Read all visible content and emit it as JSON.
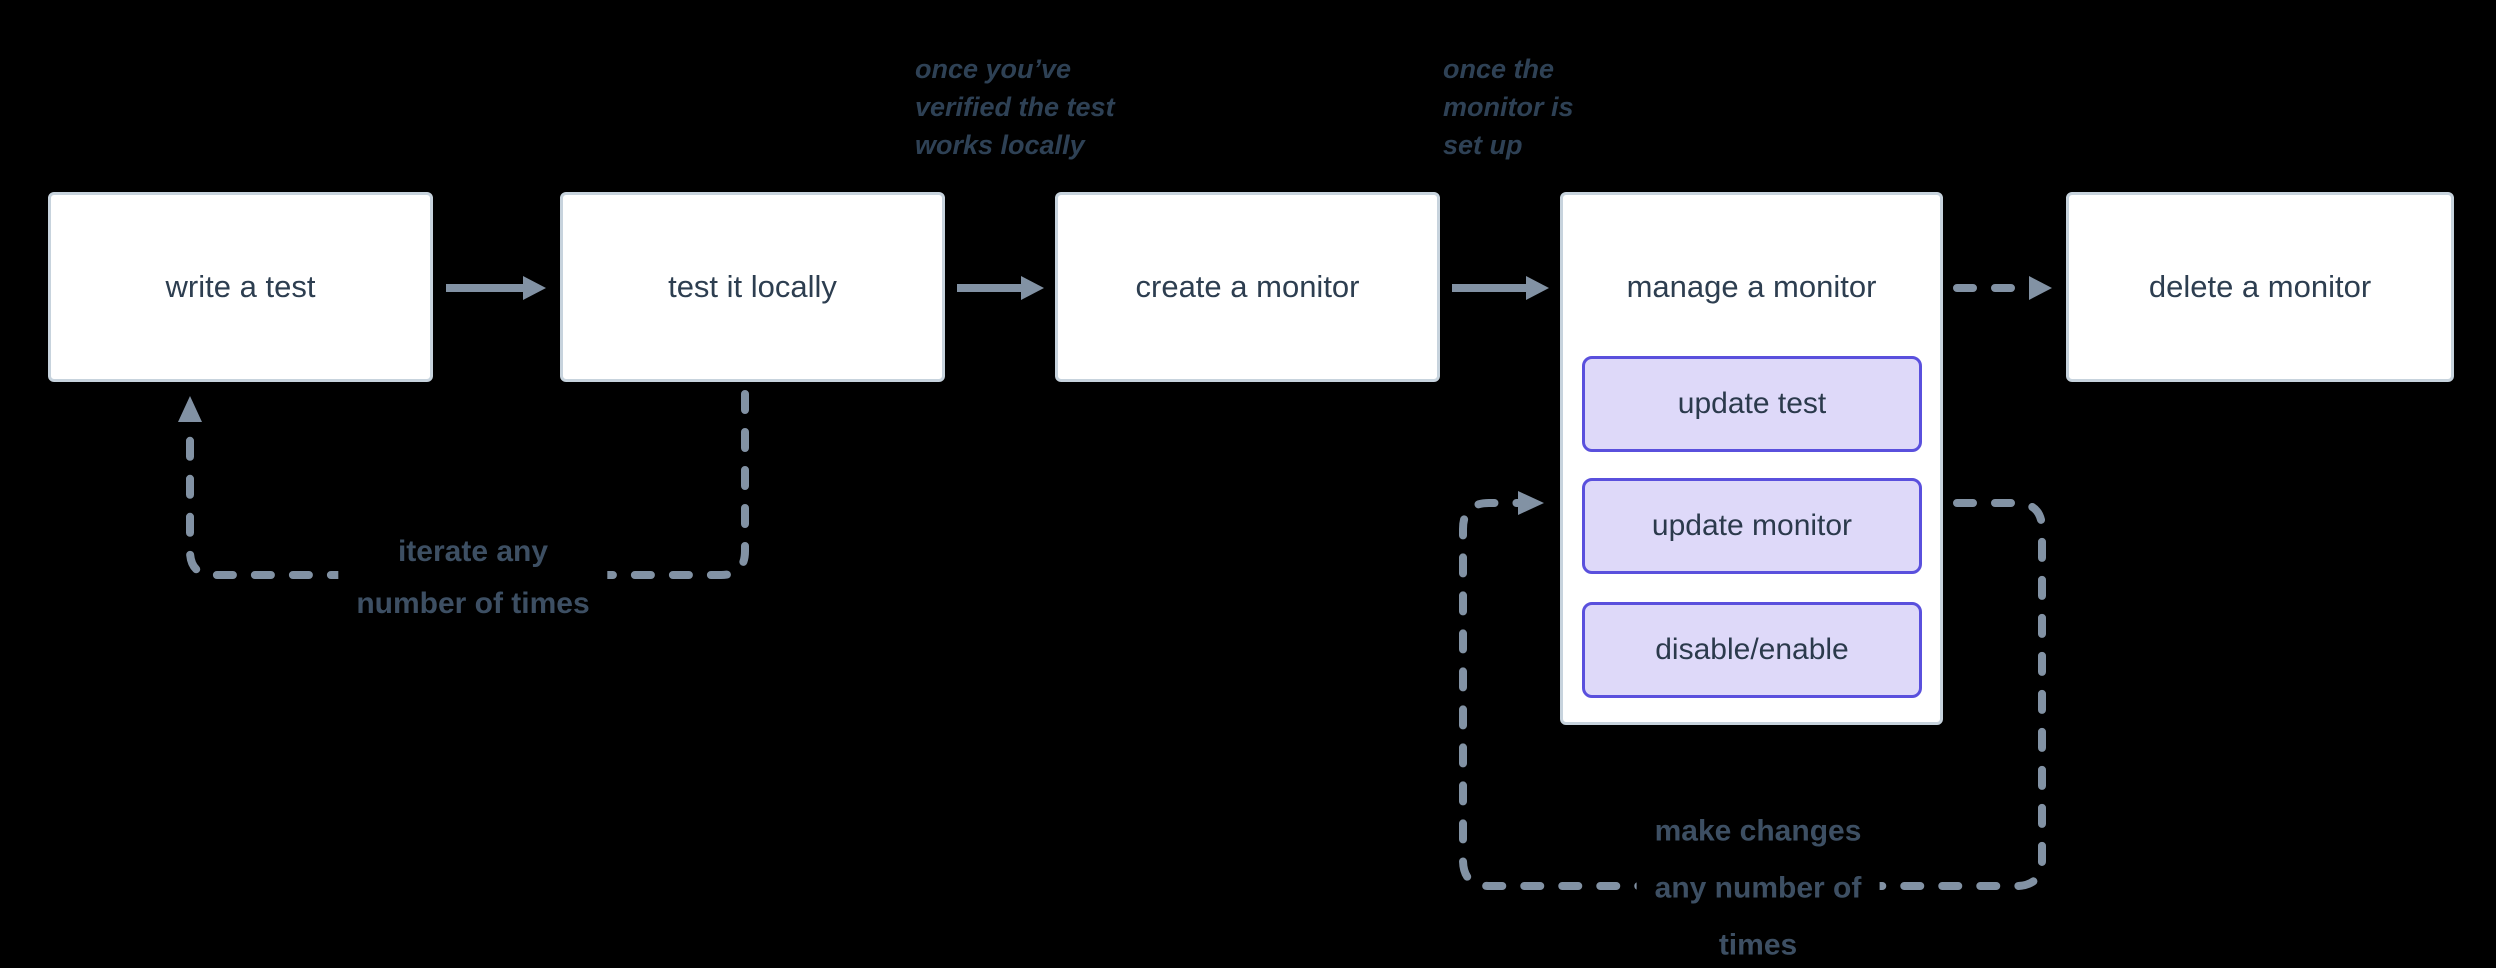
{
  "diagram": {
    "title": "monitor lifecycle flowchart",
    "background": "#000000"
  },
  "colors": {
    "node_fill": "#ffffff",
    "node_border": "#c7d3dd",
    "node_text": "#2d3e50",
    "subnode_fill": "#ded9f9",
    "subnode_border": "#5a50dd",
    "arrow": "#8292a4",
    "loop_label_text": "#3d4f63",
    "annotation_text": "#2e4155"
  },
  "nodes": [
    {
      "id": "write-test",
      "label": "write a test"
    },
    {
      "id": "test-locally",
      "label": "test it locally"
    },
    {
      "id": "create-monitor",
      "label": "create a monitor"
    },
    {
      "id": "manage-monitor",
      "label": "manage a monitor",
      "children": [
        {
          "label": "update test"
        },
        {
          "label": "update monitor"
        },
        {
          "label": "disable/enable"
        }
      ]
    },
    {
      "id": "delete-monitor",
      "label": "delete a monitor"
    }
  ],
  "annotations": [
    {
      "id": "ann-verified",
      "lines": [
        "once you’ve",
        "verified the test",
        "works locally"
      ]
    },
    {
      "id": "ann-setup",
      "lines": [
        "once the",
        "monitor is",
        "set up"
      ]
    }
  ],
  "loops": [
    {
      "id": "loop-iterate",
      "lines": [
        "iterate any",
        "number of times"
      ]
    },
    {
      "id": "loop-make-changes",
      "lines": [
        "make changes",
        "any number of",
        "times"
      ]
    }
  ],
  "edges": [
    {
      "from": "write a test",
      "to": "test it locally",
      "style": "solid"
    },
    {
      "from": "test it locally",
      "to": "create a monitor",
      "style": "solid",
      "note": "once you’ve verified the test works locally"
    },
    {
      "from": "create a monitor",
      "to": "manage a monitor",
      "style": "solid",
      "note": "once the monitor is set up"
    },
    {
      "from": "manage a monitor",
      "to": "delete a monitor",
      "style": "dashed"
    },
    {
      "from": "test it locally",
      "to": "write a test",
      "style": "dashed-loop",
      "label": "iterate any number of times"
    },
    {
      "from": "manage a monitor",
      "to": "manage a monitor",
      "style": "dashed-loop",
      "label": "make changes any number of times"
    }
  ]
}
